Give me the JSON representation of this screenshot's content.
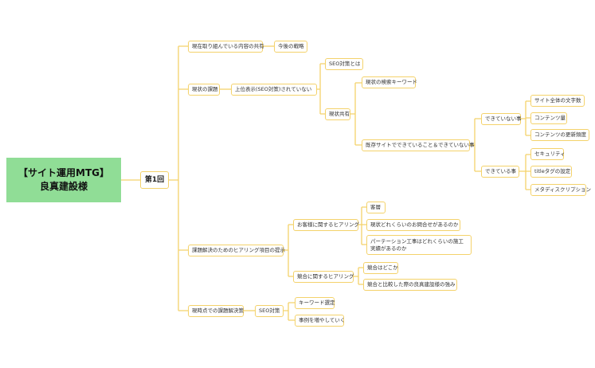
{
  "root": {
    "line1": "【サイト運用MTG】",
    "line2": "良真建設様"
  },
  "session": {
    "label": "第1回"
  },
  "nodes": {
    "share": "現在取り組んでいる内容の共有",
    "strategy": "今後の戦略",
    "issues": "現状の課題",
    "not_ranking": "上位表示(SEO対策)されていない",
    "seo_what": "SEO対策とは",
    "status_share": "現状共有",
    "keywords": "現状の検索キーワード",
    "can_cannot": "既存サイトでできていること＆できていない事",
    "cannot": "できていない事",
    "total_chars": "サイト全体の文字数",
    "content_volume": "コンテンツ量",
    "update_freq": "コンテンツの更新頻度",
    "can": "できている事",
    "security": "セキュリティ",
    "title_tag": "titleタグの設定",
    "meta_desc": "メタディスクリプション",
    "hearing_items": "課題解決のためのヒアリング項目の提示",
    "customer_hearing": "お客様に関するヒアリング",
    "customer_base": "客層",
    "inquiry_count": "現状どれくらいのお問合せがあるのか",
    "partition_record": "パーテーション工事はどれくらいの施工実績があるのか",
    "competitor_hearing": "競合に関するヒアリング",
    "competitor_who": "競合はどこか",
    "competitor_strength": "競合と比較した際の良真建設様の強み",
    "current_solution": "現時点での課題解決策",
    "seo_measures": "SEO対策",
    "keyword_select": "キーワード選定",
    "increase_cases": "事例を増やしていく"
  },
  "colors": {
    "root_bg": "#90dd96",
    "border": "#f4d26b",
    "line": "#f4d26b"
  }
}
